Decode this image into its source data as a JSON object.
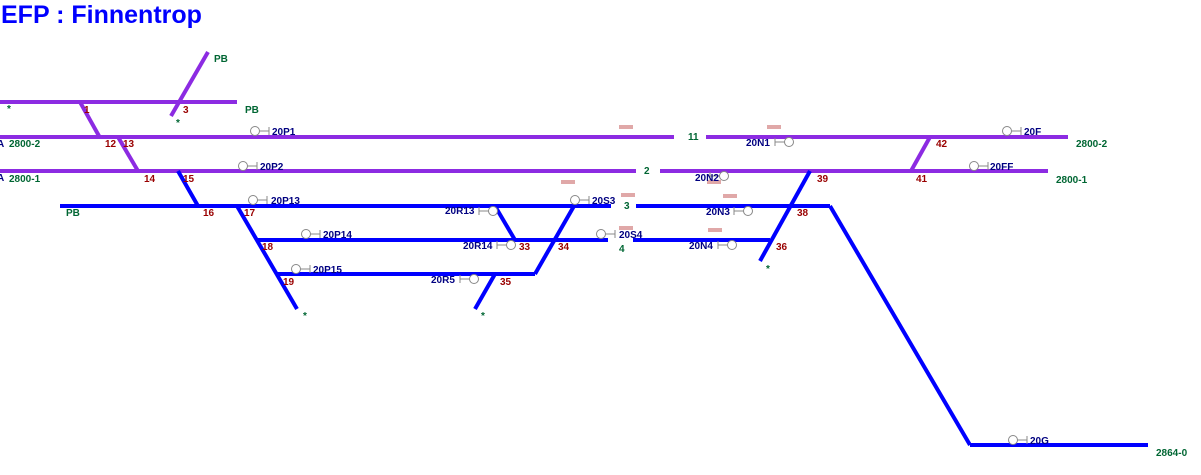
{
  "title": "EFP : Finnentrop",
  "colors": {
    "track_purple": "#8c2be2",
    "track_blue": "#0000ff",
    "switch_numbers": "#990000",
    "signal_names": "#000080",
    "line_labels": "#006633"
  },
  "line_labels": {
    "pb_spur": "PB",
    "pb_top": "PB",
    "pb_lower": "PB",
    "left_2800_2": "2800-2",
    "left_2800_1": "2800-1",
    "right_2800_2": "2800-2",
    "right_2800_1": "2800-1",
    "right_2864_0": "2864-0",
    "left_a1": "A",
    "left_a2": "A",
    "end_star": "*"
  },
  "track_numbers": {
    "t11": "11",
    "t2": "2",
    "t3": "3",
    "t4": "4"
  },
  "switches": [
    "1",
    "3",
    "12",
    "13",
    "14",
    "15",
    "16",
    "17",
    "18",
    "19",
    "33",
    "34",
    "35",
    "36",
    "38",
    "39",
    "41",
    "42"
  ],
  "signals": [
    "20P1",
    "20P2",
    "20P13",
    "20P14",
    "20P15",
    "20R13",
    "20R14",
    "20R5",
    "20S3",
    "20S4",
    "20N1",
    "20N2",
    "20N3",
    "20N4",
    "20F",
    "20FF",
    "20G"
  ]
}
